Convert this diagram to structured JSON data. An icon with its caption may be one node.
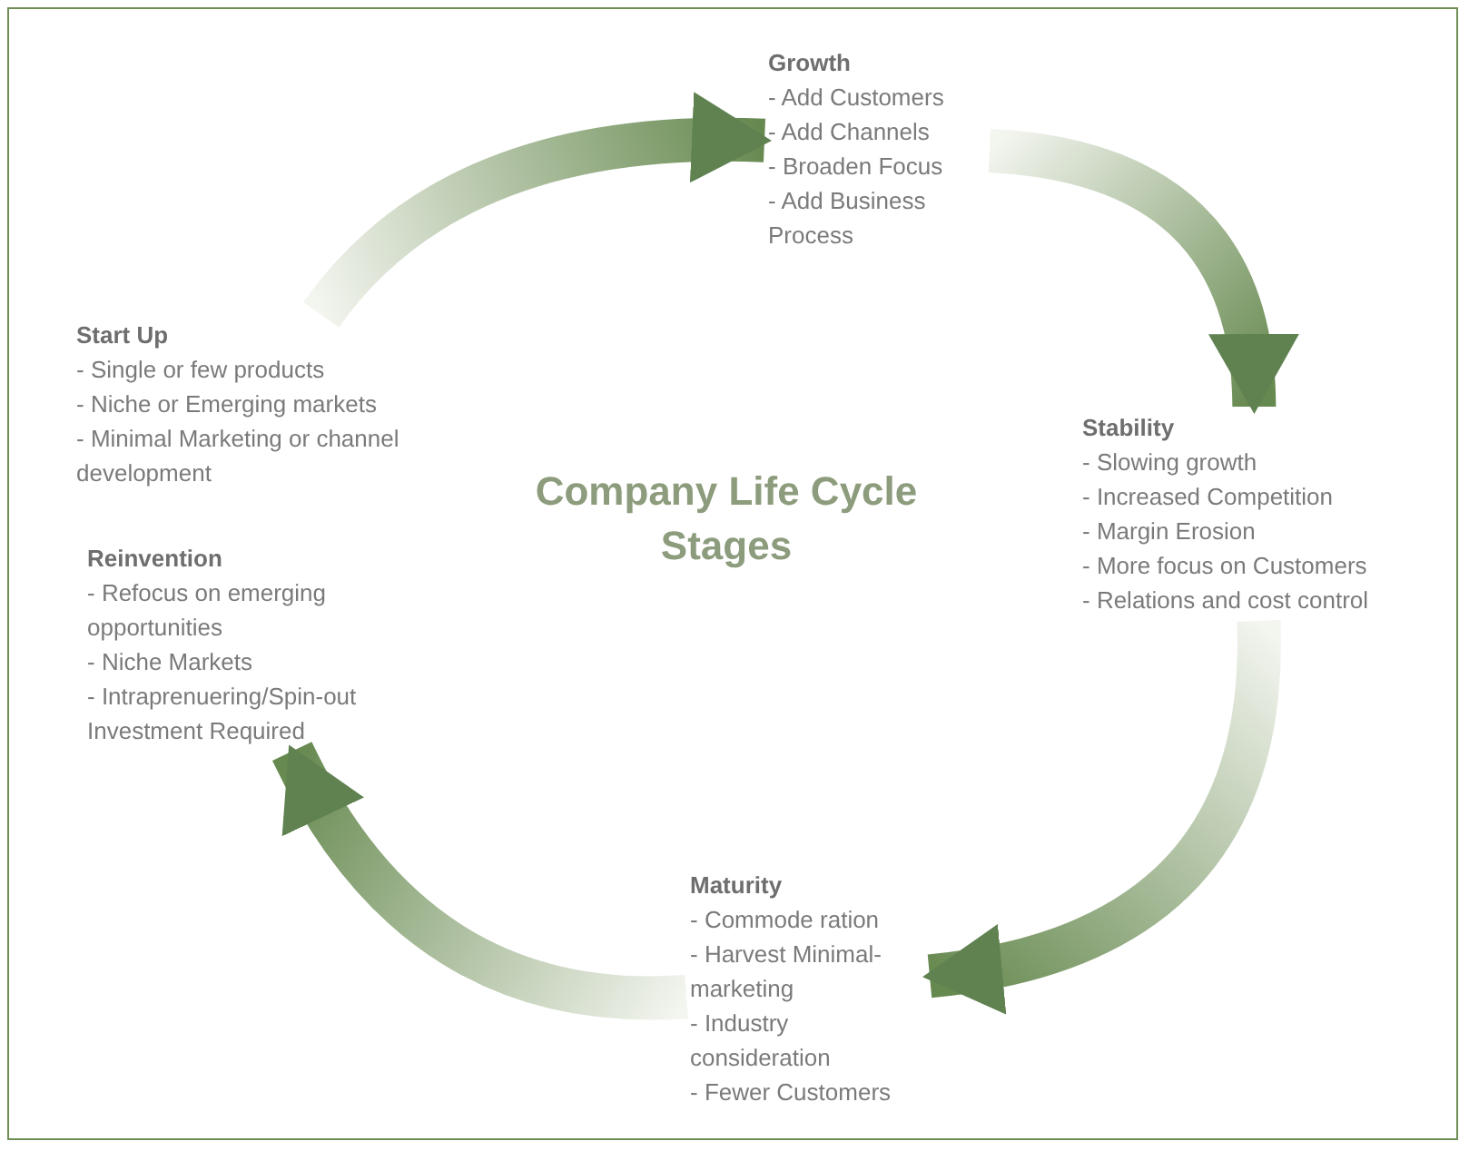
{
  "diagram": {
    "title": "Company Life Cycle Stages",
    "nodes": [
      {
        "text": [
          "Start Up",
          "- Single or few products",
          "- Niche or Emerging markets",
          "- Minimal Marketing or channel development"
        ]
      },
      {
        "text": [
          "Growth",
          "- Add Customers",
          "- Add Channels",
          "- Broaden Focus",
          "- Add Business Process"
        ]
      },
      {
        "text": [
          "Stability",
          "- Slowing growth",
          "- Increased Competition",
          "- Margin Erosion",
          "- More focus on Customers",
          "- Relations and cost control"
        ]
      },
      {
        "text": [
          "Maturity",
          "- Commode ration",
          "- Harvest Minimal-marketing",
          "- Industry consideration",
          "- Fewer Customers"
        ]
      },
      {
        "text": [
          "Reinvention",
          "- Refocus on emerging opportunities",
          "- Niche Markets",
          "- Intraprenuering/Spin-out Investment Required"
        ]
      }
    ],
    "edges": [
      {
        "from": 0,
        "to": 1,
        "arrow": "to"
      },
      {
        "from": 1,
        "to": 2,
        "arrow": "to"
      },
      {
        "from": 2,
        "to": 3,
        "arrow": "to"
      },
      {
        "from": 3,
        "to": 4,
        "arrow": "to"
      }
    ]
  }
}
